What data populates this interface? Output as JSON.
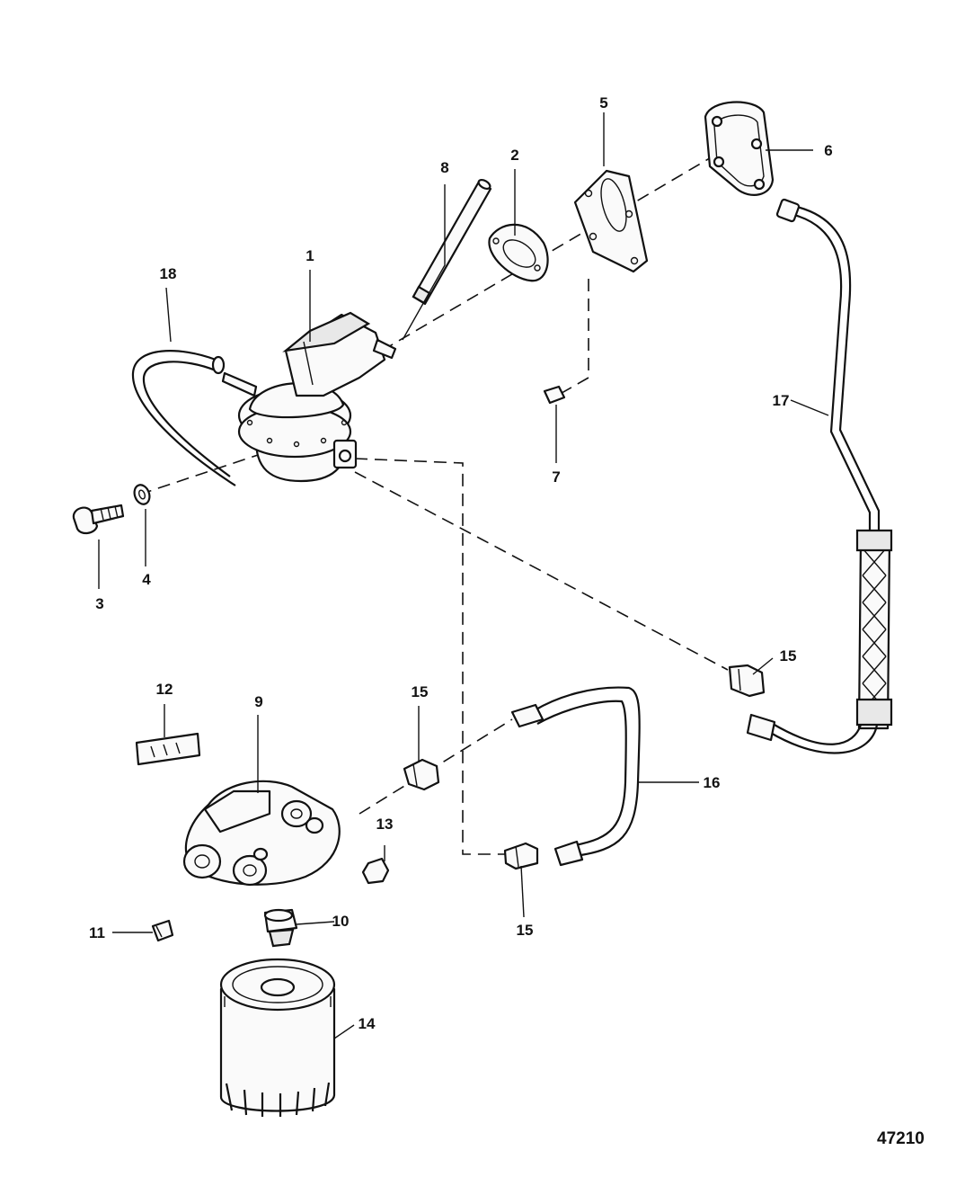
{
  "callouts": {
    "c1": "1",
    "c2": "2",
    "c3": "3",
    "c4": "4",
    "c5": "5",
    "c6": "6",
    "c7": "7",
    "c8": "8",
    "c9": "9",
    "c10": "10",
    "c11": "11",
    "c12": "12",
    "c13": "13",
    "c14": "14",
    "c15a": "15",
    "c15b": "15",
    "c15c": "15",
    "c16": "16",
    "c17": "17",
    "c18": "18"
  },
  "figure_number": "47210"
}
